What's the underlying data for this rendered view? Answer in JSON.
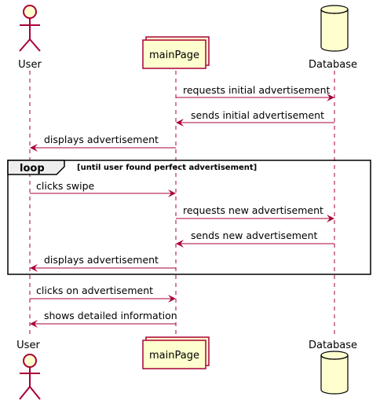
{
  "participants": {
    "user": {
      "label": "User",
      "kind": "actor"
    },
    "mainpage": {
      "label": "mainPage",
      "kind": "component"
    },
    "database": {
      "label": "Database",
      "kind": "database"
    }
  },
  "messages": [
    {
      "from": "mainPage",
      "to": "Database",
      "text": "requests initial advertisement"
    },
    {
      "from": "Database",
      "to": "mainPage",
      "text": "sends initial advertisement"
    },
    {
      "from": "mainPage",
      "to": "User",
      "text": "displays advertisement"
    },
    {
      "from": "User",
      "to": "mainPage",
      "text": "clicks swipe"
    },
    {
      "from": "mainPage",
      "to": "Database",
      "text": "requests new advertisement"
    },
    {
      "from": "Database",
      "to": "mainPage",
      "text": "sends new advertisement"
    },
    {
      "from": "mainPage",
      "to": "User",
      "text": "displays advertisement"
    },
    {
      "from": "User",
      "to": "mainPage",
      "text": "clicks on advertisement"
    },
    {
      "from": "mainPage",
      "to": "User",
      "text": "shows detailed information"
    }
  ],
  "loop": {
    "keyword": "loop",
    "condition": "[until user found perfect advertisement]"
  },
  "colors": {
    "arrow": "#a80036",
    "lifeline": "#a80036",
    "fill": "#fefece",
    "frame": "#000000"
  }
}
